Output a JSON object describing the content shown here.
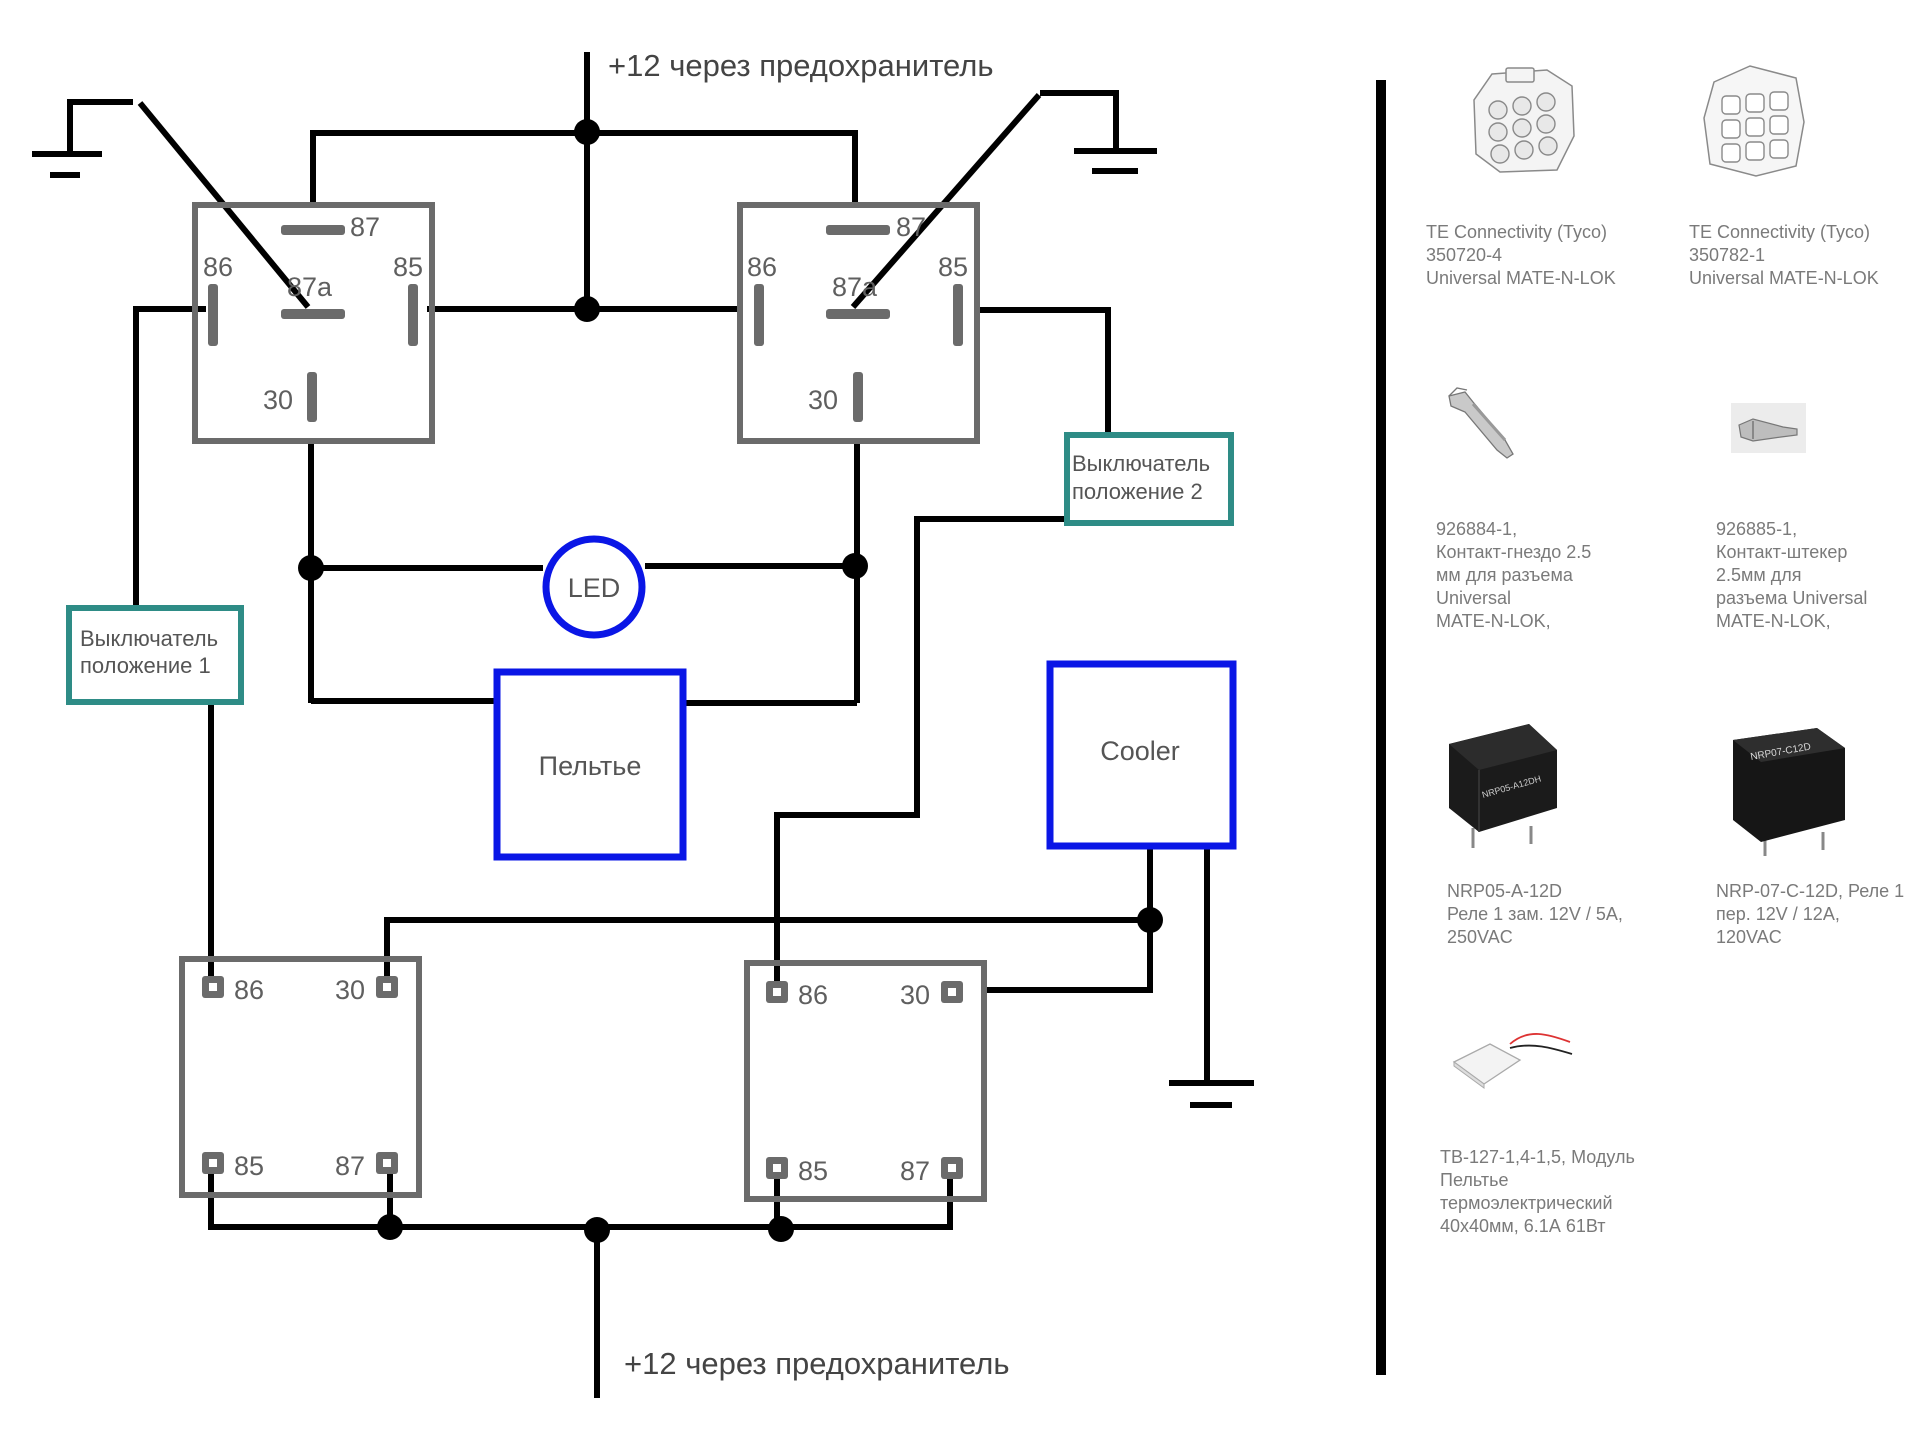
{
  "supply": {
    "top": "+12 через предохранитель",
    "bottom": "+12 через предохранитель"
  },
  "relays": {
    "top_left": {
      "p87": "87",
      "p86": "86",
      "p85": "85",
      "p87a": "87a",
      "p30": "30"
    },
    "top_right": {
      "p87": "87",
      "p86": "86",
      "p85": "85",
      "p87a": "87a",
      "p30": "30"
    },
    "bottom_left": {
      "p86": "86",
      "p30": "30",
      "p85": "85",
      "p87": "87"
    },
    "bottom_right": {
      "p86": "86",
      "p30": "30",
      "p85": "85",
      "p87": "87"
    }
  },
  "components": {
    "led": "LED",
    "peltier": "Пельтье",
    "cooler": "Cooler",
    "switch1": {
      "line1": "Выключатель",
      "line2": "положение 1"
    },
    "switch2": {
      "line1": "Выключатель",
      "line2": "положение 2"
    }
  },
  "parts": [
    {
      "icon": "connector-plug-icon",
      "caption": "TE Connectivity (Tyco)\n350720-4\nUniversal MATE-N-LOK"
    },
    {
      "icon": "connector-receptacle-icon",
      "caption": "TE Connectivity (Tyco)\n350782-1\nUniversal MATE-N-LOK"
    },
    {
      "icon": "socket-contact-icon",
      "caption": "926884-1,\nКонтакт-гнездо 2.5\nмм для разъема\nUniversal\nMATE-N-LOK,"
    },
    {
      "icon": "pin-contact-icon",
      "caption": "926885-1,\nКонтакт-штекер\n2.5мм для\nразъема Universal\nMATE-N-LOK,"
    },
    {
      "icon": "relay-nrp05-icon",
      "caption": "NRP05-A-12D\nРеле 1 зам. 12V / 5A,\n250VAC",
      "marking": "NRP05-A12DH"
    },
    {
      "icon": "relay-nrp07-icon",
      "caption": "NRP-07-C-12D, Реле 1\nпер. 12V / 12A,\n120VAC",
      "marking": "NRP07-C12D"
    },
    {
      "icon": "peltier-module-icon",
      "caption": "TB-127-1,4-1,5, Модуль\nПельтье\nтермоэлектрический\n40x40мм, 6.1А 61Вт"
    }
  ],
  "colors": {
    "wire": "#000000",
    "relay_body": "#6b6b6b",
    "component_blue": "#0a16e6",
    "switch_teal": "#2e8c86",
    "caption_gray": "#7a7a7a"
  }
}
